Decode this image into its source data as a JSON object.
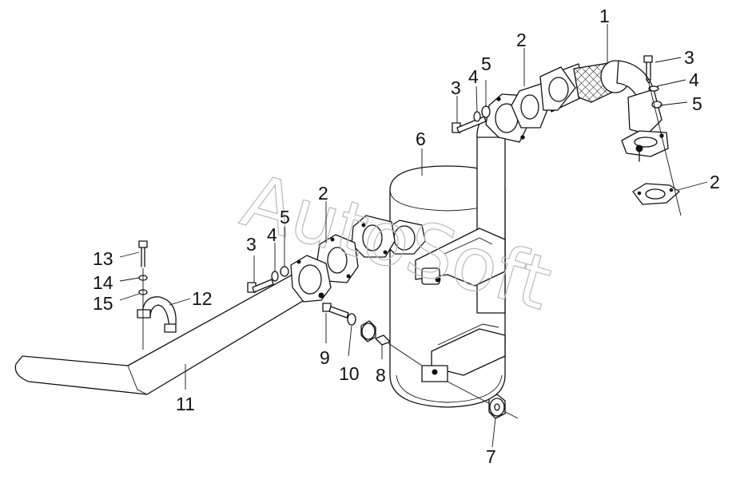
{
  "watermark": "AutoSoft",
  "callouts": [
    {
      "id": "c1a",
      "text": "1"
    },
    {
      "id": "c2a",
      "text": "2"
    },
    {
      "id": "c2b",
      "text": "2"
    },
    {
      "id": "c2c",
      "text": "2"
    },
    {
      "id": "c3a",
      "text": "3"
    },
    {
      "id": "c3b",
      "text": "3"
    },
    {
      "id": "c3c",
      "text": "3"
    },
    {
      "id": "c4a",
      "text": "4"
    },
    {
      "id": "c4b",
      "text": "4"
    },
    {
      "id": "c4c",
      "text": "4"
    },
    {
      "id": "c5a",
      "text": "5"
    },
    {
      "id": "c5b",
      "text": "5"
    },
    {
      "id": "c5c",
      "text": "5"
    },
    {
      "id": "c6",
      "text": "6"
    },
    {
      "id": "c7",
      "text": "7"
    },
    {
      "id": "c8",
      "text": "8"
    },
    {
      "id": "c9",
      "text": "9"
    },
    {
      "id": "c10",
      "text": "10"
    },
    {
      "id": "c11",
      "text": "11"
    },
    {
      "id": "c12",
      "text": "12"
    },
    {
      "id": "c13",
      "text": "13"
    },
    {
      "id": "c14",
      "text": "14"
    },
    {
      "id": "c15",
      "text": "15"
    }
  ]
}
